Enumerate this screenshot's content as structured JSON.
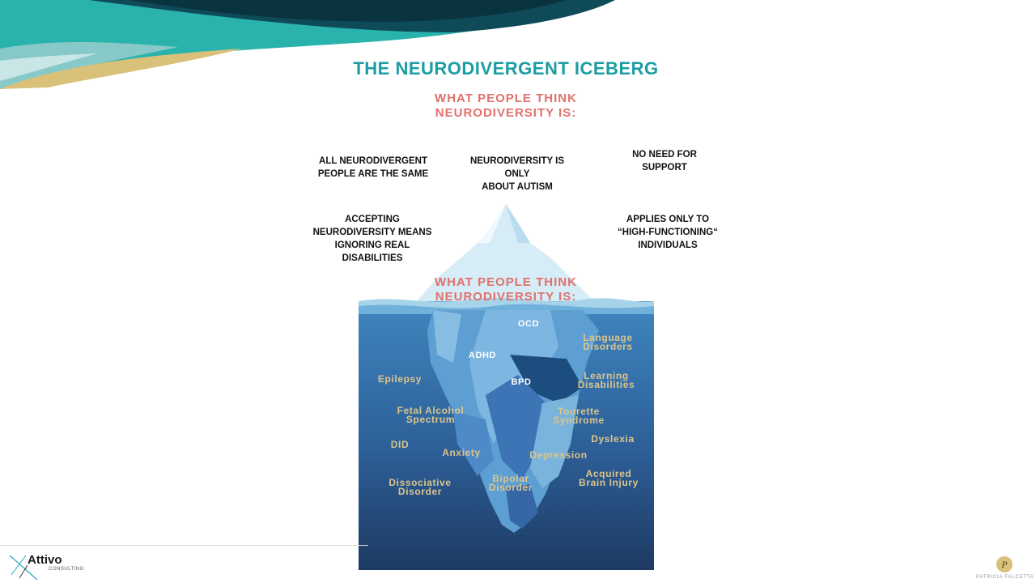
{
  "slide": {
    "title": "THE NEURODIVERGENT ICEBERG",
    "subheading_top": "WHAT PEOPLE THINK\nNEURODIVERSITY IS:",
    "subheading_middle": "WHAT PEOPLE THINK\nNEURODIVERSITY IS:"
  },
  "myths": {
    "same": "ALL NEURODIVERGENT\nPEOPLE ARE THE SAME",
    "autism": "NEURODIVERSITY IS\nONLY\nABOUT AUTISM",
    "support": "NO NEED FOR\nSUPPORT",
    "disabilities": "ACCEPTING\nNEURODIVERSITY MEANS\nIGNORING REAL\nDISABILITIES",
    "high_functioning": "APPLIES ONLY TO\n“HIGH-FUNCTIONING“\nINDIVIDUALS"
  },
  "conditions": {
    "ocd": "OCD",
    "adhd": "ADHD",
    "bpd": "BPD",
    "language": "Language\nDisorders",
    "epilepsy": "Epilepsy",
    "learning": "Learning\nDisabilities",
    "fetal": "Fetal Alcohol\nSpectrum",
    "tourette": "Tourette\nSyndrome",
    "did": "DID",
    "dyslexia": "Dyslexia",
    "anxiety": "Anxiety",
    "depression": "Depression",
    "acquired": "Acquired\nBrain Injury",
    "dissociative": "Dissociative\nDisorder",
    "bipolar": "Bipolar\nDisorder"
  },
  "footer": {
    "left_logo": "Attivo",
    "left_logo_sub": "CONSULTING",
    "right_logo": "PATRICIA FALCETTA",
    "right_logo_mark": "P"
  },
  "colors": {
    "title": "#1b9ea3",
    "subheading": "#e0716c",
    "condition_text": "#dcc58a",
    "water_top": "#3f86c0",
    "water_bottom": "#1d3a62"
  }
}
